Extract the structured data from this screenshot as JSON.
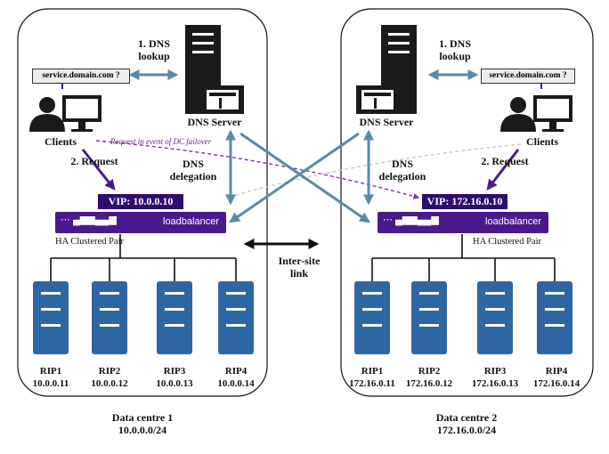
{
  "site1": {
    "query": "service.domain.com ?",
    "dns_lookup": [
      "1. DNS",
      "lookup"
    ],
    "dns_server": "DNS Server",
    "clients": "Clients",
    "request": "2. Request",
    "dns_delegation": [
      "DNS",
      "delegation"
    ],
    "vip": "VIP: 10.0.0.10",
    "ha": "HA Clustered Pair",
    "brand": "loadbalancer",
    "rips": [
      {
        "name": "RIP1",
        "ip": "10.0.0.11"
      },
      {
        "name": "RIP2",
        "ip": "10.0.0.12"
      },
      {
        "name": "RIP3",
        "ip": "10.0.0.13"
      },
      {
        "name": "RIP4",
        "ip": "10.0.0.14"
      }
    ],
    "dc_name": "Data centre 1",
    "dc_subnet": "10.0.0.0/24"
  },
  "site2": {
    "query": "service.domain.com ?",
    "dns_lookup": [
      "1. DNS",
      "lookup"
    ],
    "dns_server": "DNS Server",
    "clients": "Clients",
    "request": "2. Request",
    "dns_delegation": [
      "DNS",
      "delegation"
    ],
    "vip": "VIP: 172.16.0.10",
    "ha": "HA Clustered Pair",
    "brand": "loadbalancer",
    "rips": [
      {
        "name": "RIP1",
        "ip": "172.16.0.11"
      },
      {
        "name": "RIP2",
        "ip": "172.16.0.12"
      },
      {
        "name": "RIP3",
        "ip": "172.16.0.13"
      },
      {
        "name": "RIP4",
        "ip": "172.16.0.14"
      }
    ],
    "dc_name": "Data centre 2",
    "dc_subnet": "172.16.0.0/24"
  },
  "failover_note": "Request in event of DC failover",
  "intersite": [
    "Inter-site",
    "link"
  ],
  "colors": {
    "server_blue": "#2e66a3",
    "arrow_blue": "#5b8aa5",
    "purple": "#4a1a8c",
    "vip_purple": "#2e0d6e",
    "failover_purple": "#6a1b9a"
  }
}
